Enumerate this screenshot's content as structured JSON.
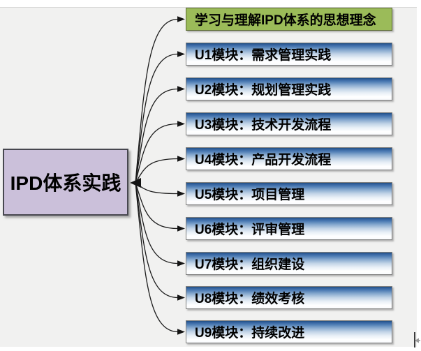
{
  "diagram": {
    "central": {
      "label": "IPD体系实践"
    },
    "branches": [
      {
        "label": "学习与理解IPD体系的思想理念",
        "style": "highlight-green"
      },
      {
        "label": "U1模块：需求管理实践",
        "style": "module-blue"
      },
      {
        "label": "U2模块：规划管理实践",
        "style": "module-blue"
      },
      {
        "label": "U3模块：技术开发流程",
        "style": "module-blue"
      },
      {
        "label": "U4模块：产品开发流程",
        "style": "module-blue"
      },
      {
        "label": "U5模块：项目管理",
        "style": "module-blue"
      },
      {
        "label": "U6模块：评审管理",
        "style": "module-blue"
      },
      {
        "label": "U7模块：组织建设",
        "style": "module-blue"
      },
      {
        "label": "U8模块：绩效考核",
        "style": "module-blue"
      },
      {
        "label": "U9模块：持续改进",
        "style": "module-blue"
      }
    ],
    "colors": {
      "canvas_background": "#f1f1f0",
      "central_fill": "#cbc0da",
      "central_border": "#47474f",
      "highlight_fill": "#9bbb59",
      "highlight_border": "#5c6c34",
      "module_gradient_top": "#1f4e7f",
      "module_gradient_bottom": "#f9fbfd",
      "module_border": "#7e7e7e",
      "connector_stroke": "#1c1c1c"
    },
    "icons": {
      "corner": "pan-left-cursor-icon"
    }
  }
}
